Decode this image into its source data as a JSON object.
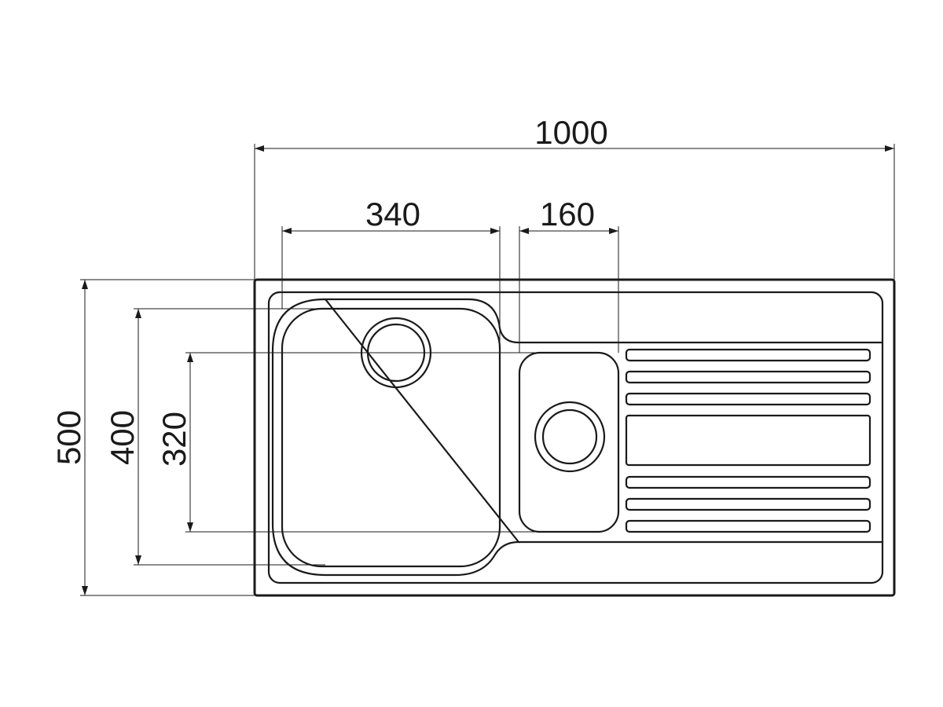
{
  "diagram": {
    "dimensions": {
      "overall_width": "1000",
      "large_bowl_width": "340",
      "small_bowl_width": "160",
      "overall_depth": "500",
      "large_bowl_depth": "400",
      "small_bowl_depth": "320"
    },
    "colors": {
      "line": "#1a1a1a",
      "background": "#ffffff"
    }
  }
}
